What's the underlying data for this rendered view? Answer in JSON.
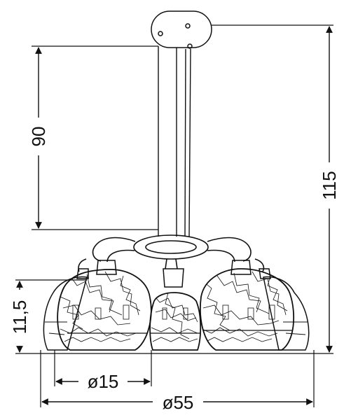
{
  "dimensions": {
    "drop_length": "90",
    "total_height": "115",
    "shade_height": "11,5",
    "shade_diameter": "ø15",
    "overall_diameter": "ø55"
  },
  "colors": {
    "line": "#111111",
    "background": "#ffffff"
  }
}
